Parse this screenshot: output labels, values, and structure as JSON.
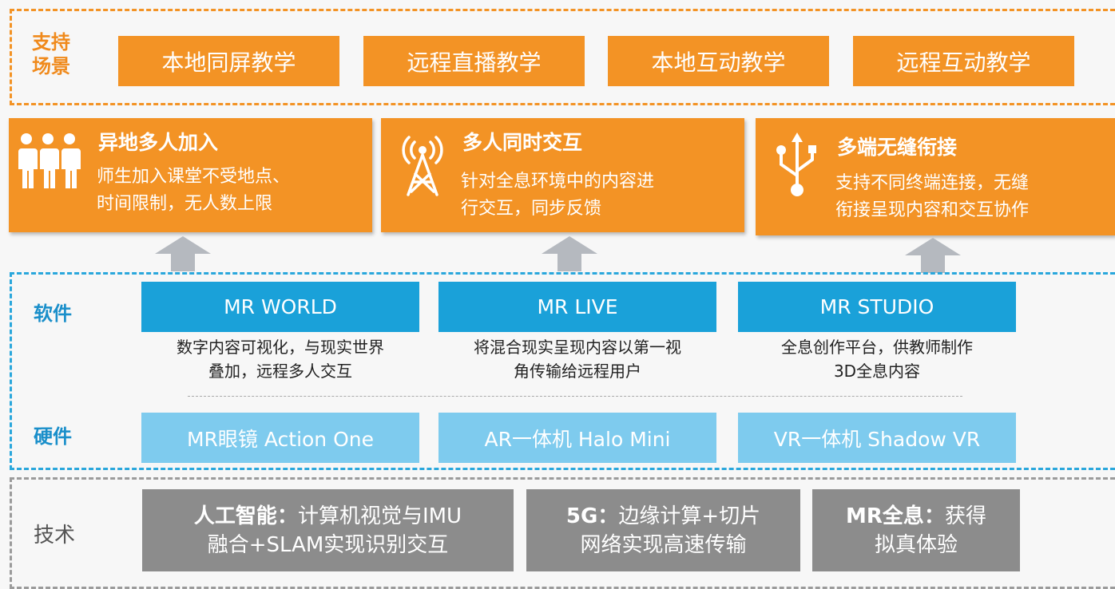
{
  "scenes": {
    "label_line1": "支持",
    "label_line2": "场景",
    "items": [
      "本地同屏教学",
      "远程直播教学",
      "本地互动教学",
      "远程互动教学"
    ]
  },
  "features": [
    {
      "icon": "people-icon",
      "title": "异地多人加入",
      "line1": "师生加入课堂不受地点、",
      "line2": "时间限制，无人数上限"
    },
    {
      "icon": "signal-tower-icon",
      "title": "多人同时交互",
      "line1": "针对全息环境中的内容进",
      "line2": "行交互，同步反馈"
    },
    {
      "icon": "usb-icon",
      "title": "多端无缝衔接",
      "line1": "支持不同终端连接，无缝",
      "line2": "衔接呈现内容和交互协作"
    }
  ],
  "software": {
    "label": "软件",
    "items": [
      {
        "name": "MR WORLD",
        "line1": "数字内容可视化，与现实世界",
        "line2": "叠加，远程多人交互"
      },
      {
        "name": "MR LIVE",
        "line1": "将混合现实呈现内容以第一视",
        "line2": "角传输给远程用户"
      },
      {
        "name": "MR STUDIO",
        "line1": "全息创作平台，供教师制作",
        "line2": "3D全息内容"
      }
    ]
  },
  "hardware": {
    "label": "硬件",
    "items": [
      "MR眼镜 Action One",
      "AR一体机 Halo Mini",
      "VR一体机 Shadow VR"
    ]
  },
  "tech": {
    "label": "技术",
    "items": [
      {
        "bold": "人工智能：",
        "rest1": "计算机视觉与IMU",
        "line2": "融合+SLAM实现识别交互"
      },
      {
        "bold": "5G：",
        "rest1": "边缘计算+切片",
        "line2": "网络实现高速传输"
      },
      {
        "bold": "MR全息：",
        "rest1": "获得",
        "line2": "拟真体验"
      }
    ]
  },
  "colors": {
    "orange": "#f39325",
    "blue": "#1aa1d9",
    "light_blue": "#7ecbee",
    "gray": "#8c8c8c",
    "arrow": "#b5b9bf"
  }
}
